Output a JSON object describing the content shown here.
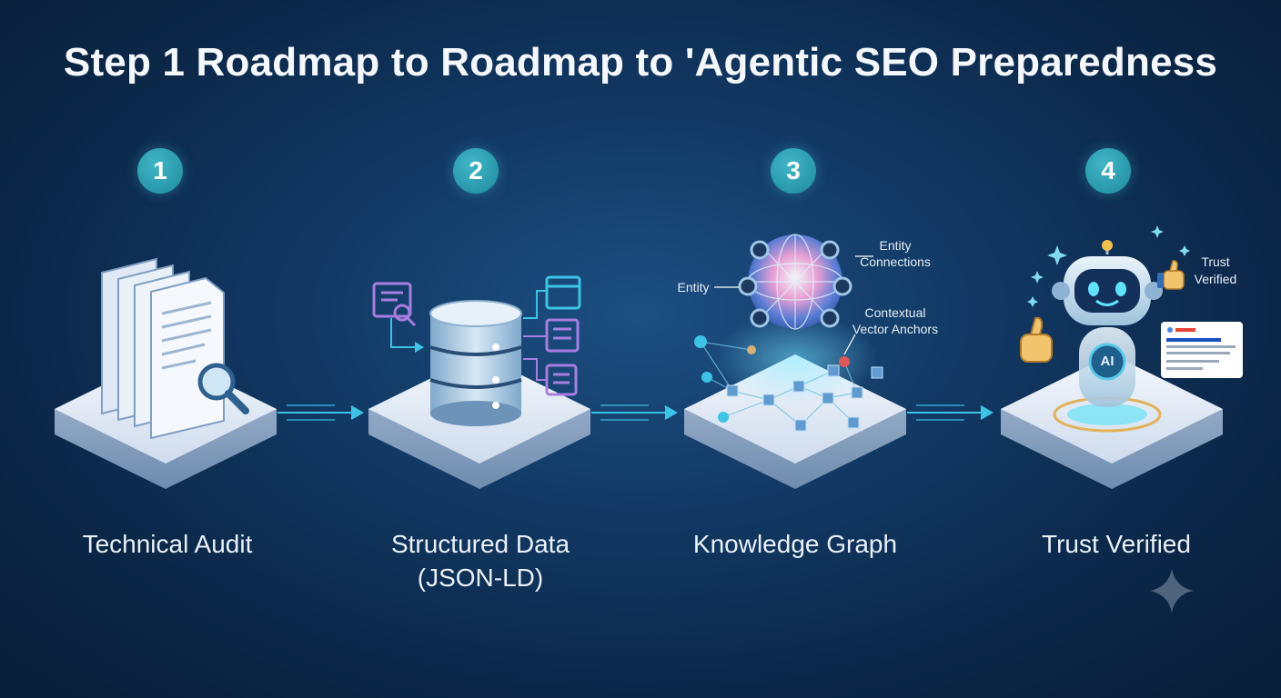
{
  "title": "Step 1 Roadmap to Roadmap to 'Agentic SEO Preparedness",
  "steps": [
    {
      "number": "1",
      "label": "Technical Audit",
      "label2": ""
    },
    {
      "number": "2",
      "label": "Structured Data",
      "label2": "(JSON-LD)"
    },
    {
      "number": "3",
      "label": "Knowledge Graph",
      "label2": ""
    },
    {
      "number": "4",
      "label": "Trust Verified",
      "label2": ""
    }
  ],
  "annotations": {
    "entity": "Entity",
    "entity_connections_1": "Entity",
    "entity_connections_2": "Connections",
    "contextual_1": "Contextual",
    "contextual_2": "Vector Anchors",
    "trust_1": "Trust",
    "trust_2": "Verified",
    "ai_badge": "AI"
  },
  "colors": {
    "accent_teal": "#2fa3b6",
    "arrow_cyan": "#3cc3e6",
    "platform_light": "#e6eef7"
  }
}
